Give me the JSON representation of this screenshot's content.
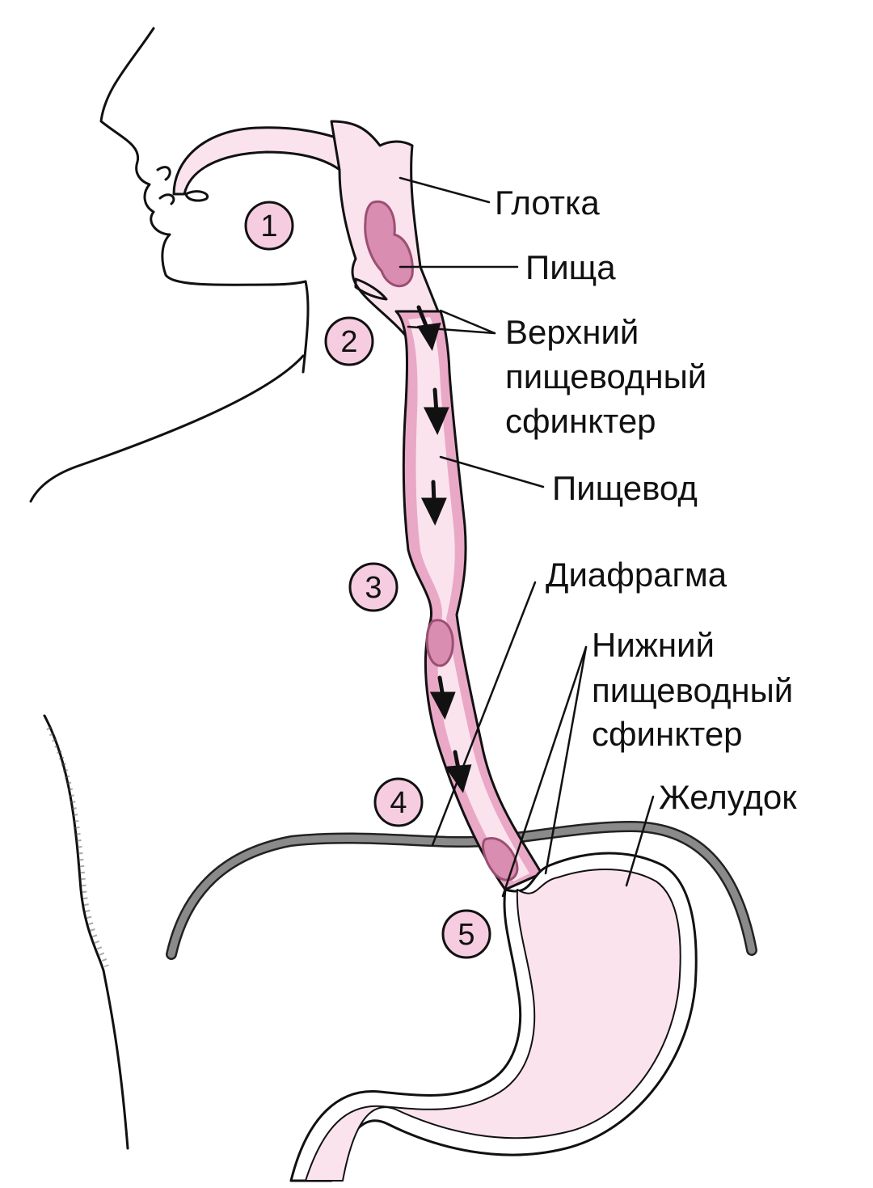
{
  "labels": {
    "pharynx": "Глотка",
    "food": "Пища",
    "upper_sphincter": [
      "Верхний",
      "пищеводный",
      "сфинктер"
    ],
    "esophagus": "Пищевод",
    "diaphragm": "Диафрагма",
    "lower_sphincter": [
      "Нижний",
      "пищеводный",
      "сфинктер"
    ],
    "stomach": "Желудок"
  },
  "steps": [
    "1",
    "2",
    "3",
    "4",
    "5"
  ],
  "colors": {
    "lumen": "#fbe3ee",
    "wall": "#e9a8c6",
    "bolus": "#d98db0",
    "bolus_stroke": "#9c4f73",
    "diaphragm": "#8a8a8a",
    "step_badge": "#f6cde0"
  }
}
